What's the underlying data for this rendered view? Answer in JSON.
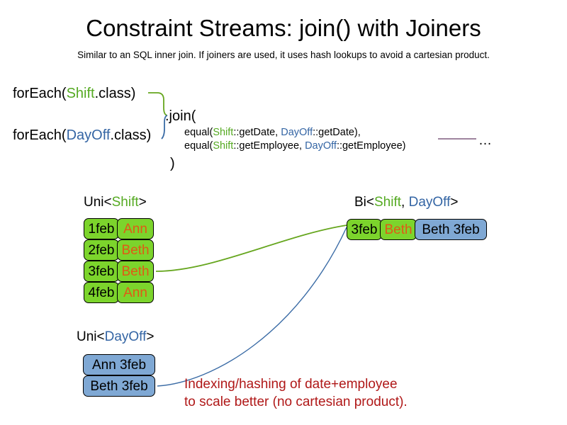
{
  "slide": {
    "title": "Constraint Streams: join() with Joiners",
    "subtitle": "Similar to an SQL inner join. If joiners are used, it uses hash lookups to avoid a cartesian product."
  },
  "code": {
    "foreach_shift": {
      "prefix": "forEach(",
      "type": "Shift",
      "suffix": ".class)"
    },
    "foreach_dayoff": {
      "prefix": "forEach(",
      "type": "DayOff",
      "suffix": ".class)"
    },
    "join_open": ".join(",
    "join_close": ")",
    "equal_lines": [
      {
        "prefix": "equal(",
        "left_type": "Shift",
        "left_method": "::getDate, ",
        "right_type": "DayOff",
        "right_method": "::getDate),"
      },
      {
        "prefix": "equal(",
        "left_type": "Shift",
        "left_method": "::getEmployee, ",
        "right_type": "DayOff",
        "right_method": "::getEmployee)"
      }
    ],
    "ellipsis": "…"
  },
  "streams": {
    "uni_shift": {
      "label_prefix": "Uni<",
      "label_type": "Shift",
      "label_suffix": ">",
      "rows": [
        {
          "date": "1feb",
          "employee": "Ann"
        },
        {
          "date": "2feb",
          "employee": "Beth"
        },
        {
          "date": "3feb",
          "employee": "Beth"
        },
        {
          "date": "4feb",
          "employee": "Ann"
        }
      ]
    },
    "uni_dayoff": {
      "label_prefix": "Uni<",
      "label_type": "DayOff",
      "label_suffix": ">",
      "rows": [
        {
          "pair": "Ann 3feb"
        },
        {
          "pair": "Beth 3feb"
        }
      ]
    },
    "bi": {
      "label_prefix": "Bi<",
      "label_type_a": "Shift",
      "label_separator": ", ",
      "label_type_b": "DayOff",
      "label_suffix": ">",
      "row": {
        "date": "3feb",
        "employee": "Beth",
        "pair": "Beth 3feb"
      }
    }
  },
  "annotation": {
    "line1": "Indexing/hashing of date+employee",
    "line2": "to scale better (no cartesian product)."
  },
  "colors": {
    "shift_green": "#55AA22",
    "dayoff_blue": "#3465A4",
    "box_green_fill": "#7CD42C",
    "box_blue_fill": "#7FA8D4",
    "employee_orange": "#E05A16",
    "annotation_red": "#B01818",
    "connector_green": "#66A61E",
    "connector_blue": "#3A6BA5",
    "rule_purple": "#7E5C7E"
  }
}
